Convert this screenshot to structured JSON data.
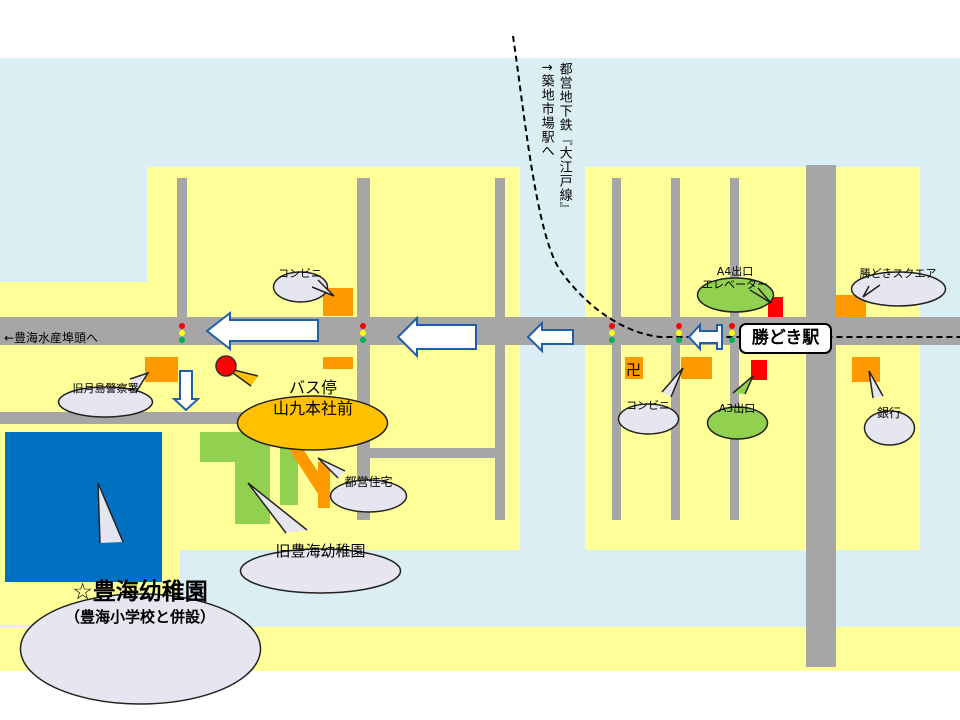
{
  "map": {
    "subway_line_note": "都営地下鉄『大江戸線』",
    "subway_direction_note": "↑築地市場駅へ",
    "west_direction_label": "←豊海水産埠頭へ",
    "station_name": "勝どき駅",
    "bus_stop_label_line1": "バス停",
    "bus_stop_label_line2": "山九本社前",
    "kindergarten_name": "☆豊海幼稚園",
    "kindergarten_note": "（豊海小学校と併設）",
    "callouts": {
      "convenience_store_west": "コンビニ",
      "police_station": "旧月島警察署",
      "public_housing": "都営住宅",
      "old_kindergarten": "旧豊海幼稚園",
      "a4_exit_line1": "A4出口",
      "a4_exit_line2": "エレベーター",
      "convenience_store_east": "コンビニ",
      "a3_exit": "A3出口",
      "square": "勝どきスクエア",
      "bank": "銀行"
    },
    "temple_symbol": "卍",
    "colors": {
      "water": "#dbeef4",
      "block": "#ffff99",
      "road": "#a6a6a6",
      "marker_orange": "#ff9900",
      "kindergarten_blue": "#0070c0",
      "old_site_green": "#92d050",
      "bus_callout": "#ffc000",
      "callout_gray": "#e6e6f0",
      "callout_green": "#92d050",
      "route_arrow": "#1f5fa8"
    }
  }
}
